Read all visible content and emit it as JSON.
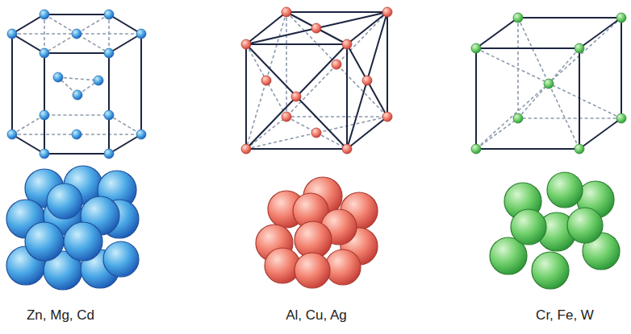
{
  "diagram": {
    "labels": [
      "Zn, Mg, Cd",
      "Al, Cu, Ag",
      "Cr, Fe, W"
    ]
  }
}
